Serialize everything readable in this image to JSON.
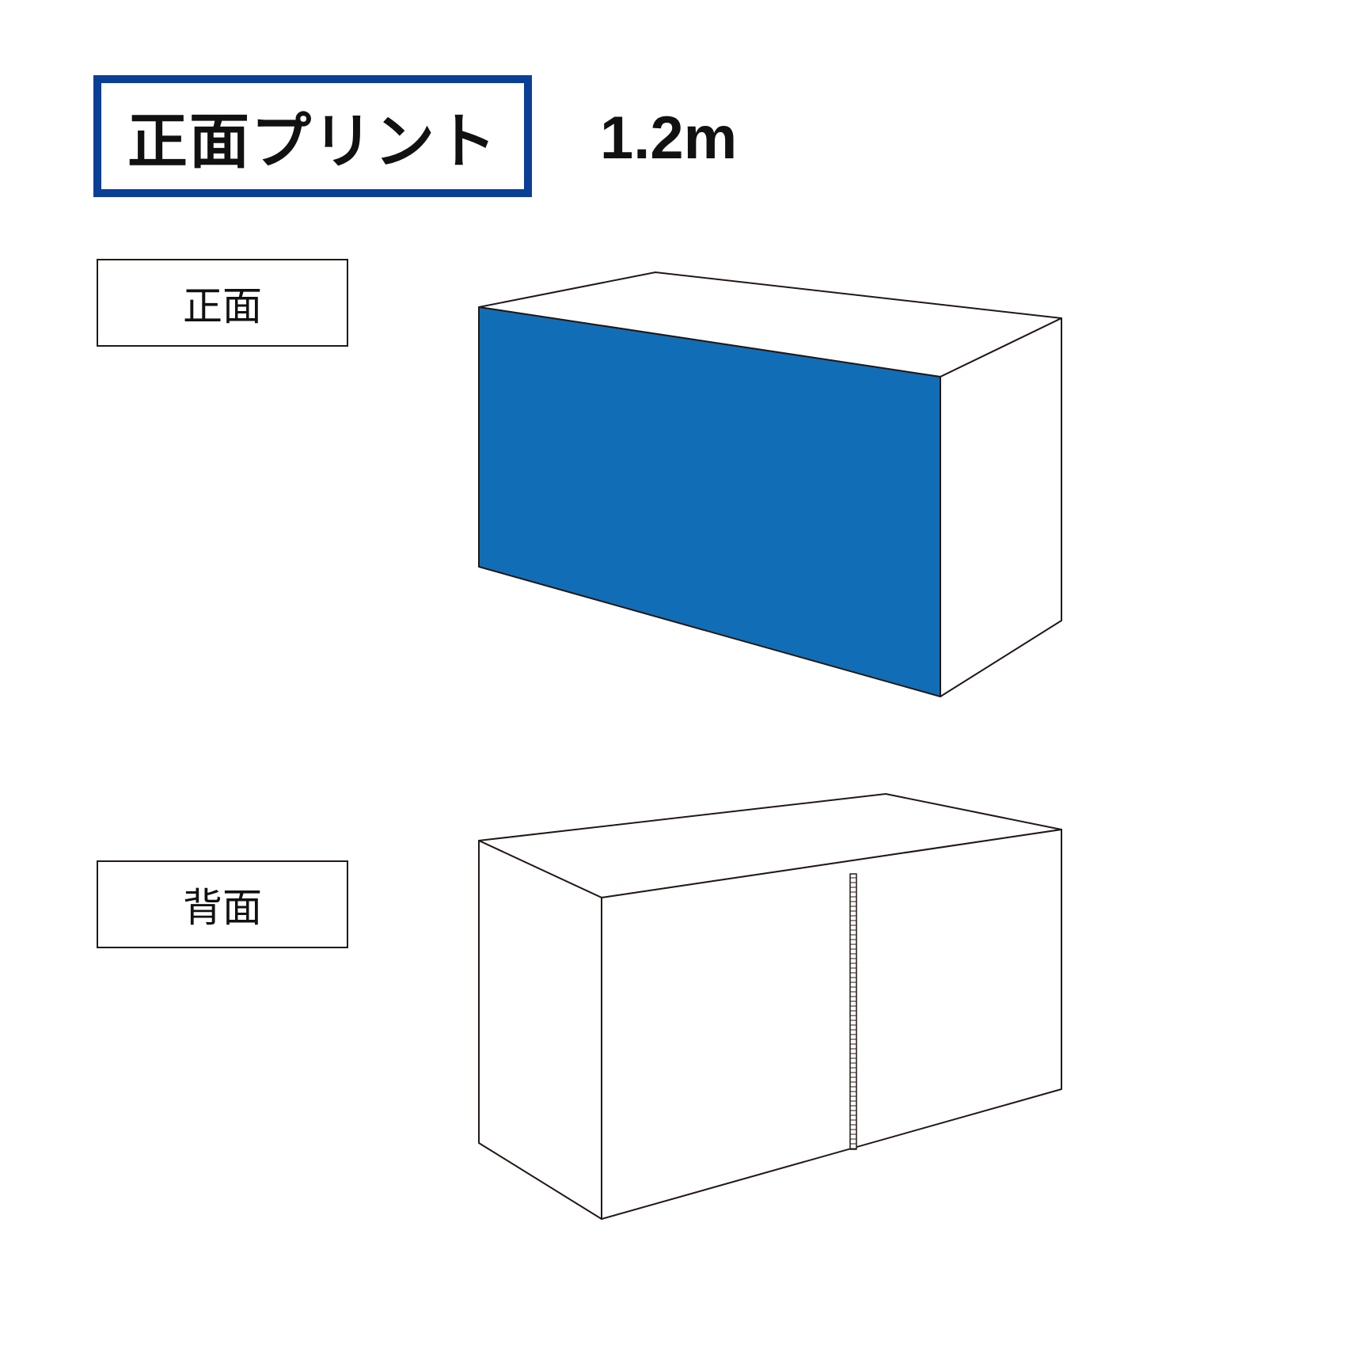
{
  "header": {
    "title": "正面プリント",
    "size": "1.2m",
    "accent_color": "#0a3f96"
  },
  "views": {
    "front_label": "正面",
    "back_label": "背面"
  },
  "colors": {
    "print_area": "#116eb6",
    "outline": "#231815",
    "blank": "#ffffff"
  }
}
